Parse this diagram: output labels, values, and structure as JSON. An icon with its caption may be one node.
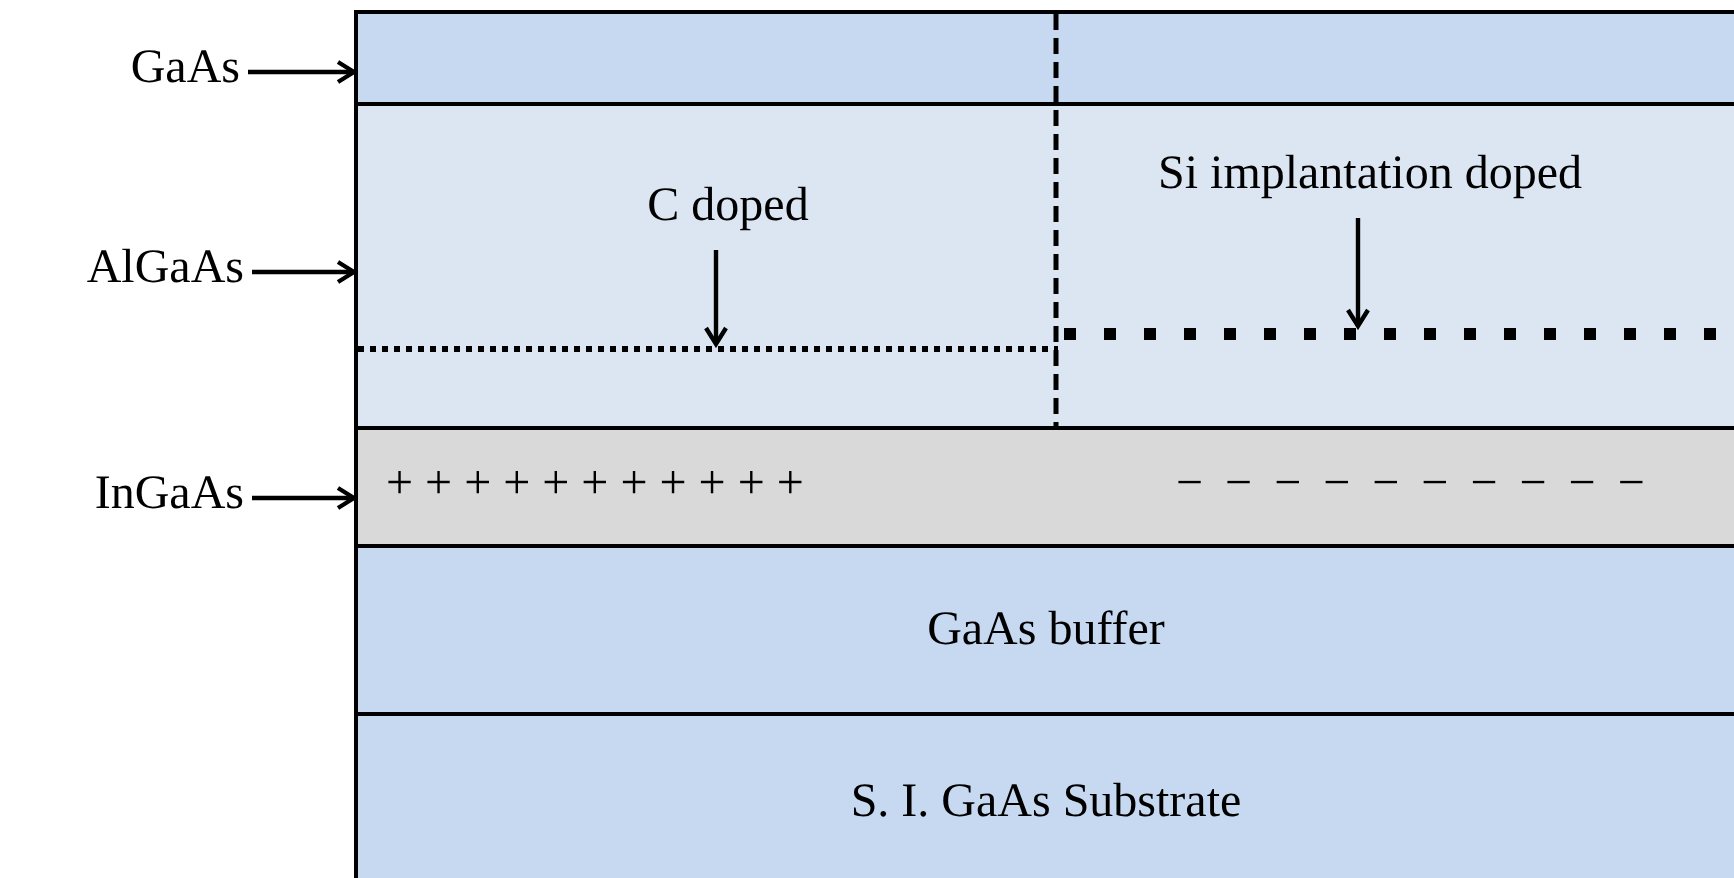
{
  "diagram": {
    "nodes": [
      {
        "text": [
          "GaAs"
        ]
      },
      {
        "text": [
          "AlGaAs"
        ]
      },
      {
        "text": [
          "InGaAs"
        ]
      },
      {
        "text": [],
        "shape": "box"
      },
      {
        "text": [],
        "shape": "box"
      },
      {
        "text": [
          "C doped"
        ],
        "in": 4
      },
      {
        "text": [],
        "shape": "bar",
        "in": 4
      },
      {
        "text": [
          "Si implantation doped"
        ],
        "in": 4
      },
      {
        "text": [],
        "shape": "bar",
        "in": 4
      },
      {
        "text": [],
        "shape": "box"
      },
      {
        "text": [
          "GaAs buffer"
        ]
      },
      {
        "text": [
          "S. I. GaAs Substrate"
        ]
      }
    ],
    "edges": [
      {
        "from": 0,
        "to": 3,
        "arrow": "to"
      },
      {
        "from": 1,
        "to": 4,
        "arrow": "to"
      },
      {
        "from": 2,
        "to": 9,
        "arrow": "to"
      },
      {
        "from": 5,
        "to": 6,
        "arrow": "to"
      },
      {
        "from": 7,
        "to": 8,
        "arrow": "to"
      }
    ],
    "labels": [
      "+ + + + + + + + + + +",
      "− − − − − − − − − −"
    ]
  }
}
